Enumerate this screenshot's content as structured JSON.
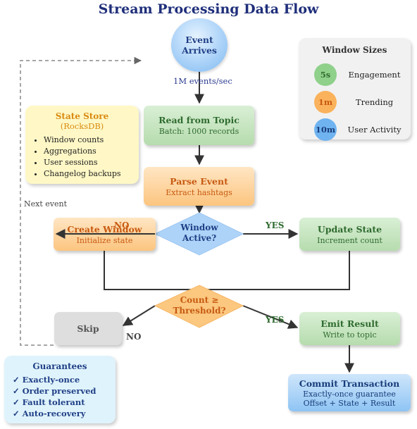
{
  "title": "Stream Processing Data Flow",
  "nodes": {
    "event": {
      "line1": "Event",
      "line2": "Arrives"
    },
    "read_topic": {
      "title": "Read from Topic",
      "subtitle": "Batch: 1000 records"
    },
    "parse_event": {
      "title": "Parse Event",
      "subtitle": "Extract hashtags"
    },
    "window_active": {
      "line1": "Window",
      "line2": "Active?"
    },
    "create_window": {
      "title": "Create Window",
      "subtitle": "Initialize state"
    },
    "update_state": {
      "title": "Update State",
      "subtitle": "Increment count"
    },
    "threshold": {
      "line1": "Count ≥",
      "line2": "Threshold?"
    },
    "skip": {
      "title": "Skip"
    },
    "emit_result": {
      "title": "Emit Result",
      "subtitle": "Write to topic"
    },
    "commit": {
      "title": "Commit Transaction",
      "subtitle1": "Exactly-once guarantee",
      "subtitle2": "Offset + State + Result"
    }
  },
  "edge_labels": {
    "rate": "1M events/sec",
    "no_window": "NO",
    "yes_window": "YES",
    "no_threshold": "NO",
    "yes_threshold": "YES",
    "next_event": "Next event"
  },
  "state_store": {
    "title": "State Store",
    "subtitle": "(RocksDB)",
    "items": [
      "Window counts",
      "Aggregations",
      "User sessions",
      "Changelog backups"
    ]
  },
  "window_sizes": {
    "title": "Window Sizes",
    "rows": [
      {
        "badge": "5s",
        "label": "Engagement",
        "color": "#8fd08a",
        "text_color": "#2f6b2f"
      },
      {
        "badge": "1m",
        "label": "Trending",
        "color": "#fbb25c",
        "text_color": "#c75a11"
      },
      {
        "badge": "10m",
        "label": "User Activity",
        "color": "#6fb3f0",
        "text_color": "#173d7a"
      }
    ]
  },
  "guarantees": {
    "title": "Guarantees",
    "items": [
      "✓ Exactly-once",
      "✓ Order preserved",
      "✓ Fault tolerant",
      "✓ Auto-recovery"
    ]
  },
  "colors": {
    "title": "#1f2f7a",
    "green_text": "#2f6b2f",
    "orange_text": "#c75a11",
    "blue_text": "#173d7a"
  }
}
